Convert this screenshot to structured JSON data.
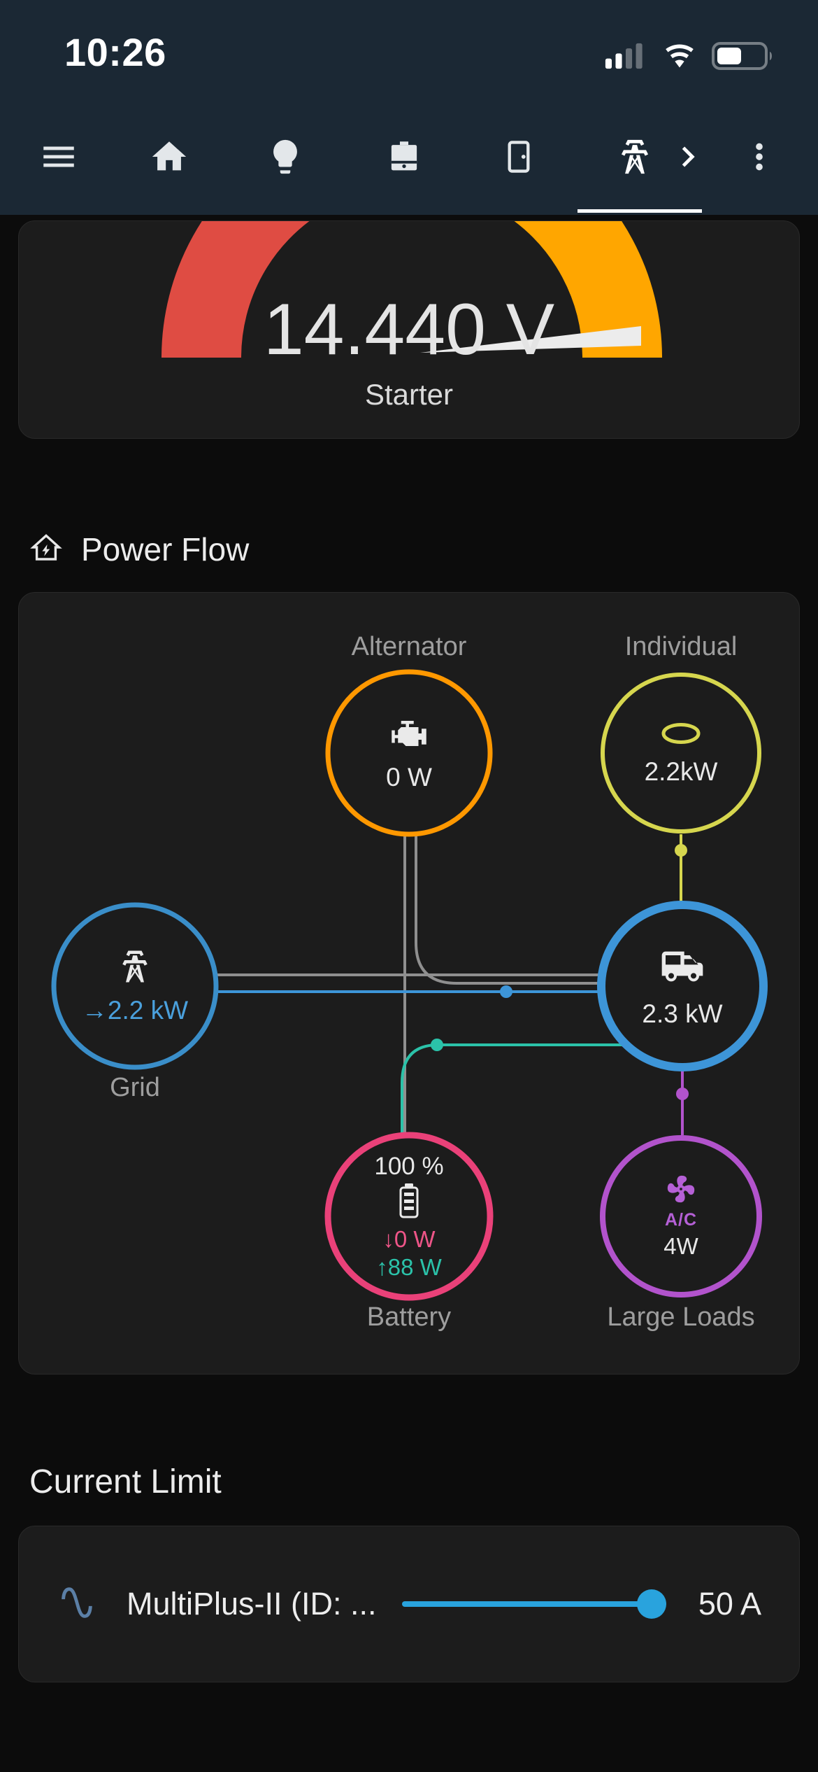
{
  "status_bar": {
    "time": "10:26"
  },
  "nav": {
    "tabs": [
      "menu",
      "home",
      "lights",
      "cabinet",
      "door",
      "energy",
      "more-tabs",
      "overflow"
    ],
    "active_tab": "energy"
  },
  "gauge": {
    "value": "14.440 V",
    "label": "Starter"
  },
  "power_flow": {
    "title": "Power Flow",
    "nodes": {
      "alternator": {
        "label": "Alternator",
        "value": "0 W"
      },
      "individual": {
        "label": "Individual",
        "value": "2.2kW"
      },
      "grid": {
        "label": "Grid",
        "value": "→2.2 kW"
      },
      "home": {
        "value": "2.3 kW"
      },
      "battery": {
        "label": "Battery",
        "soc": "100 %",
        "discharge": "↓0 W",
        "charge": "↑88 W"
      },
      "large_loads": {
        "label": "Large Loads",
        "ac": "A/C",
        "value": "4W"
      }
    }
  },
  "current_limit": {
    "title": "Current Limit",
    "device": "MultiPlus-II (ID: ...",
    "value": "50 A",
    "slider_percent": 100
  },
  "colors": {
    "header_bg": "#1b2834",
    "card_bg": "#1c1c1c",
    "accent_orange": "#ff9800",
    "accent_yellow": "#d6d64e",
    "accent_blue": "#3d95d8",
    "accent_pink": "#ea4179",
    "accent_teal": "#2bc2a9",
    "accent_purple": "#b253cc",
    "slider_blue": "#29a3dd",
    "gauge_red": "#df4c43",
    "gauge_green": "#43a047",
    "gauge_yellow": "#ffa600"
  }
}
